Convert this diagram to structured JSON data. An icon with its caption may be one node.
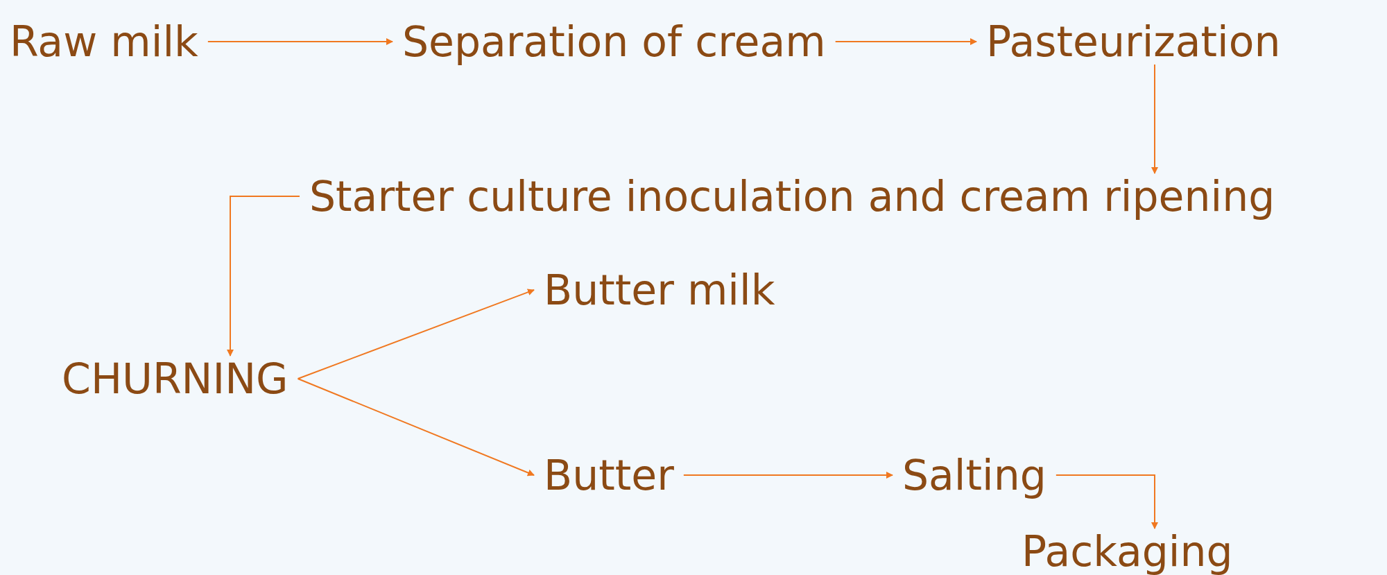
{
  "diagram": {
    "nodes": [
      {
        "text": [
          "Raw milk"
        ]
      },
      {
        "text": [
          "Separation of cream"
        ]
      },
      {
        "text": [
          "Pasteurization"
        ]
      },
      {
        "text": [
          "Starter culture inoculation and cream ripening"
        ]
      },
      {
        "text": [
          "CHURNING"
        ]
      },
      {
        "text": [
          "Butter milk"
        ]
      },
      {
        "text": [
          "Butter"
        ]
      },
      {
        "text": [
          "Salting"
        ]
      },
      {
        "text": [
          "Packaging"
        ]
      }
    ],
    "edges": [
      {
        "from": 0,
        "to": 1,
        "arrow": "to"
      },
      {
        "from": 1,
        "to": 2,
        "arrow": "to"
      },
      {
        "from": 2,
        "to": 3,
        "arrow": "to"
      },
      {
        "from": 3,
        "to": 4,
        "arrow": "to"
      },
      {
        "from": 4,
        "to": 5,
        "arrow": "to"
      },
      {
        "from": 4,
        "to": 6,
        "arrow": "to"
      },
      {
        "from": 6,
        "to": 7,
        "arrow": "to"
      },
      {
        "from": 7,
        "to": 8,
        "arrow": "to"
      }
    ]
  }
}
